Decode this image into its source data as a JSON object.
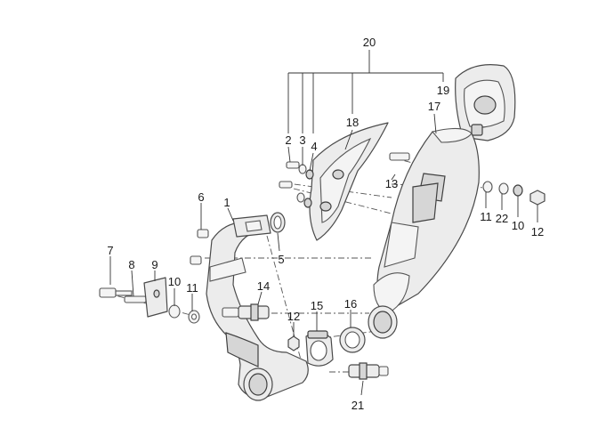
{
  "diagram": {
    "callouts": [
      {
        "id": "c20",
        "text": "20"
      },
      {
        "id": "c19",
        "text": "19"
      },
      {
        "id": "c18",
        "text": "18"
      },
      {
        "id": "c17",
        "text": "17"
      },
      {
        "id": "c2",
        "text": "2"
      },
      {
        "id": "c3",
        "text": "3"
      },
      {
        "id": "c4",
        "text": "4"
      },
      {
        "id": "c13",
        "text": "13"
      },
      {
        "id": "c6",
        "text": "6"
      },
      {
        "id": "c1",
        "text": "1"
      },
      {
        "id": "c5",
        "text": "5"
      },
      {
        "id": "c7",
        "text": "7"
      },
      {
        "id": "c8",
        "text": "8"
      },
      {
        "id": "c9",
        "text": "9"
      },
      {
        "id": "c10a",
        "text": "10"
      },
      {
        "id": "c11a",
        "text": "11"
      },
      {
        "id": "c14",
        "text": "14"
      },
      {
        "id": "c12a",
        "text": "12"
      },
      {
        "id": "c15",
        "text": "15"
      },
      {
        "id": "c16",
        "text": "16"
      },
      {
        "id": "c21",
        "text": "21"
      },
      {
        "id": "c11b",
        "text": "11"
      },
      {
        "id": "c22",
        "text": "22"
      },
      {
        "id": "c10b",
        "text": "10"
      },
      {
        "id": "c12b",
        "text": "12"
      }
    ]
  }
}
